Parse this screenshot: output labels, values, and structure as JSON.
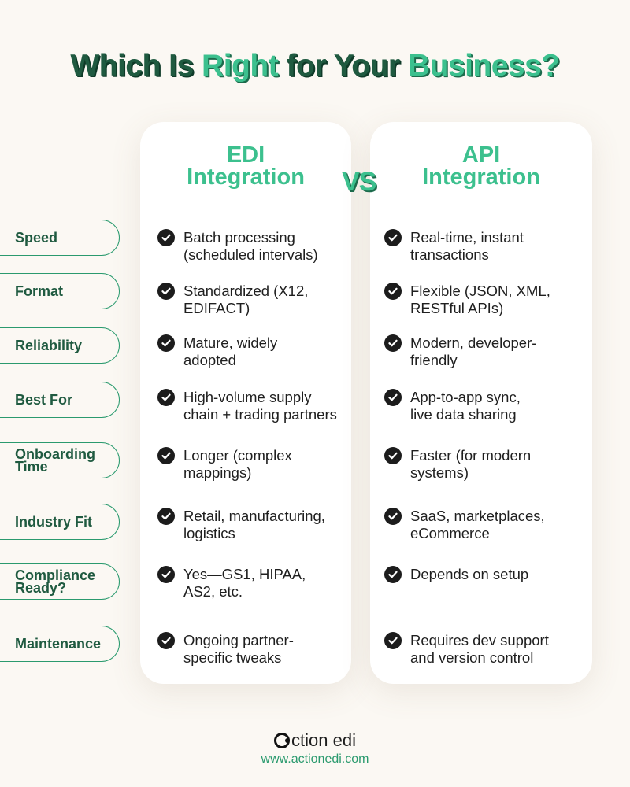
{
  "title": {
    "part1": "Which Is ",
    "part2": "Right",
    "part3": " for Your ",
    "part4": "Business?"
  },
  "columns": {
    "edi_line1": "EDI",
    "edi_line2": "Integration",
    "vs": "VS",
    "api_line1": "API",
    "api_line2": "Integration"
  },
  "rows": [
    {
      "label": "Speed",
      "edi": [
        "Batch processing",
        "(scheduled intervals)"
      ],
      "api": [
        "Real-time, instant",
        "transactions"
      ]
    },
    {
      "label": "Format",
      "edi": [
        "Standardized (X12,",
        "EDIFACT)"
      ],
      "api": [
        "Flexible (JSON, XML,",
        "RESTful APIs)"
      ]
    },
    {
      "label": "Reliability",
      "edi": [
        "Mature, widely",
        "adopted"
      ],
      "api": [
        "Modern, developer-",
        "friendly"
      ]
    },
    {
      "label": "Best For",
      "edi": [
        "High-volume supply",
        "chain + trading partners"
      ],
      "api": [
        "App-to-app sync,",
        "live data sharing"
      ]
    },
    {
      "label_line1": "Onboarding",
      "label_line2": "Time",
      "edi": [
        "Longer (complex",
        "mappings)"
      ],
      "api": [
        "Faster (for modern",
        "systems)"
      ]
    },
    {
      "label": "Industry Fit",
      "edi": [
        "Retail, manufacturing,",
        "logistics"
      ],
      "api": [
        "SaaS, marketplaces,",
        "eCommerce"
      ]
    },
    {
      "label_line1": "Compliance",
      "label_line2": "Ready?",
      "edi": [
        "Yes—GS1, HIPAA,",
        "AS2, etc."
      ],
      "api": [
        "Depends on setup",
        ""
      ]
    },
    {
      "label": "Maintenance",
      "edi": [
        "Ongoing partner-",
        "specific tweaks"
      ],
      "api": [
        "Requires dev support",
        "and version control"
      ]
    }
  ],
  "footer": {
    "brand": "ction edi",
    "url": "www.actionedi.com"
  },
  "colors": {
    "accent": "#3cc08e",
    "dark_green": "#1f5a40",
    "background": "#fbf8f3"
  },
  "icons": [
    "check-circle-icon",
    "action-edi-logo-icon"
  ]
}
